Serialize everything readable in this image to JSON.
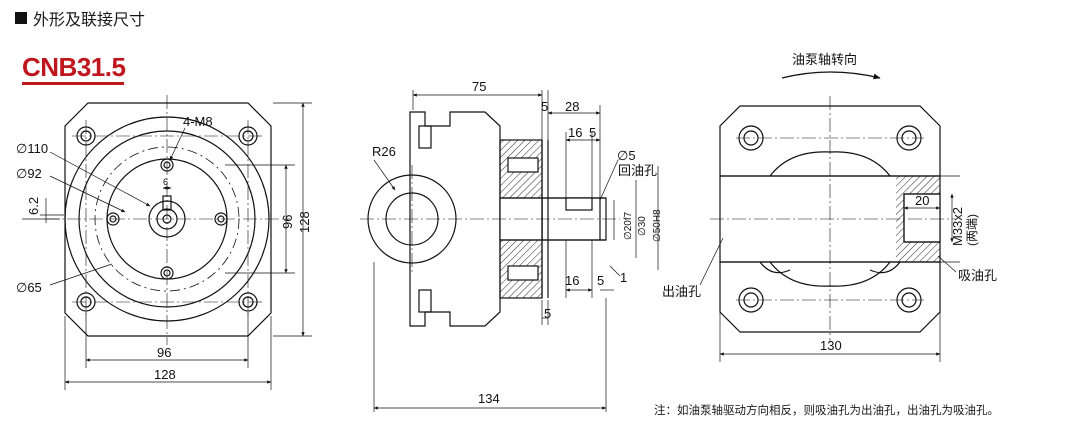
{
  "header": {
    "title": "外形及联接尺寸"
  },
  "model": "CNB31.5",
  "front_view": {
    "dim_110": "∅110",
    "dim_92": "∅92",
    "dim_65": "∅65",
    "dim_6_2": "6.2",
    "dim_6": "6",
    "dim_4m8": "4-M8",
    "dim_96_v": "96",
    "dim_128_v": "128",
    "dim_96_h": "96",
    "dim_128_h": "128"
  },
  "side_view": {
    "dim_75": "75",
    "dim_5_top": "5",
    "dim_28": "28",
    "dim_16_top": "16",
    "dim_5_top2": "5",
    "dim_r26": "R26",
    "dim_phi5": "∅5",
    "return_port": "回油孔",
    "dim_20f7": "∅20f7",
    "dim_30": "∅30",
    "dim_50h8": "∅50H8",
    "dim_16_bot": "16",
    "dim_5_bot": "5",
    "dim_1": "1",
    "dim_5_lower": "5",
    "dim_134": "134"
  },
  "top_view": {
    "rotation_label": "油泵轴转向",
    "dim_20": "20",
    "thread": "M33x2",
    "thread_note": "(两端)",
    "outlet_label": "出油孔",
    "inlet_label": "吸油孔",
    "dim_130": "130"
  },
  "note": "注：如油泵轴驱动方向相反，则吸油孔为出油孔，出油孔为吸油孔。"
}
